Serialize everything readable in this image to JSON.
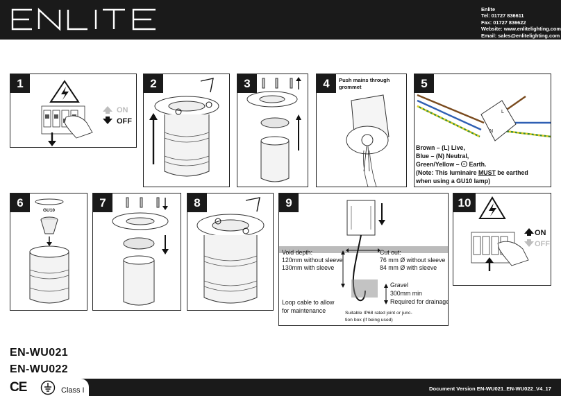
{
  "header": {
    "brand": "ENLITE",
    "company": "Enlite",
    "tel": "Tel: 01727 836611",
    "fax": "Fax: 01727 836622",
    "website": "Website: www.enlitelighting.com",
    "email": "Email: sales@enlitelighting.com"
  },
  "steps": [
    {
      "number": "1",
      "on_label": "ON",
      "off_label": "OFF"
    },
    {
      "number": "2"
    },
    {
      "number": "3"
    },
    {
      "number": "4",
      "caption_line1": "Push mains through",
      "caption_line2": "grommet"
    },
    {
      "number": "5",
      "wire_line1": "Brown – (L) Live,",
      "wire_line2": "Blue – (N) Neutral,",
      "wire_line3_prefix": "Green/Yellow – ",
      "wire_line3_suffix": " Earth.",
      "note_prefix": "(Note: This luminaire ",
      "note_must": "MUST",
      "note_suffix": " be earthed",
      "note_line2": "when using a GU10 lamp)",
      "terminal_l": "L",
      "terminal_n": "N"
    },
    {
      "number": "6",
      "lamp_label": "GU10"
    },
    {
      "number": "7"
    },
    {
      "number": "8"
    },
    {
      "number": "9",
      "void_heading": "Void depth:",
      "void_line1": "120mm without sleeve",
      "void_line2": "130mm with sleeve",
      "cut_heading": "Cut out:",
      "cut_line1": "76 mm Ø without sleeve",
      "cut_line2": "84 mm Ø with sleeve",
      "gravel_line1": "Gravel",
      "gravel_line2": "300mm min",
      "gravel_line3": "Required for drainage",
      "loop_line1": "Loop cable to allow",
      "loop_line2": "for maintenance",
      "ip68_line1": "Suitable IP68 rated joint or junc-",
      "ip68_line2": "tion box (if being used)"
    },
    {
      "number": "10",
      "on_label": "ON",
      "off_label": "OFF"
    }
  ],
  "switch_labels": {
    "on": "ON",
    "off": "OFF"
  },
  "models": [
    "EN-WU021",
    "EN-WU022"
  ],
  "footer": {
    "ce_mark": "CE",
    "class_label": "Class I",
    "doc_version": "Document  Version EN-WU021_EN-WU022_V4_17"
  },
  "colors": {
    "dark": "#1a1a1a",
    "brown": "#7a4b1e",
    "blue": "#2f5fb3",
    "earth_green": "#3d8f2f",
    "earth_yellow": "#e6cf22",
    "off_grey": "#bdbdbd"
  },
  "icons": [
    "electrical-hazard-icon",
    "arrow-up-icon",
    "arrow-down-icon",
    "earth-symbol-icon",
    "ce-mark-icon",
    "class-one-earth-icon"
  ]
}
